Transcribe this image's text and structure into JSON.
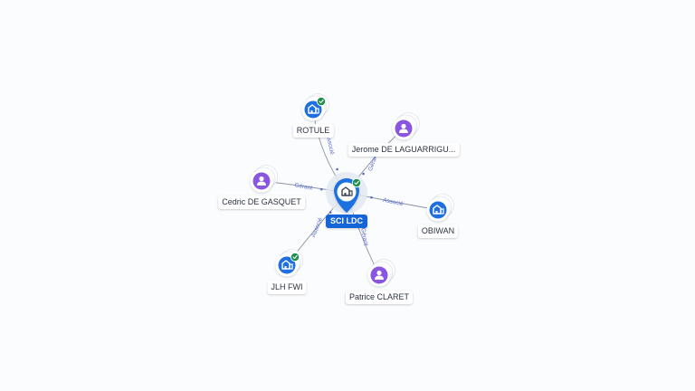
{
  "graph": {
    "center": {
      "label": "SCI LDC",
      "type": "company",
      "verified": true
    },
    "nodes": [
      {
        "id": "rotule",
        "label": "ROTULE",
        "type": "company",
        "verified": true,
        "relation": "Associé"
      },
      {
        "id": "jerome",
        "label": "Jerome DE LAGUARRIGU...",
        "type": "person",
        "verified": false,
        "relation": "Gérant"
      },
      {
        "id": "cedric",
        "label": "Cedric DE GASQUET",
        "type": "person",
        "verified": false,
        "relation": "Gérant"
      },
      {
        "id": "obiwan",
        "label": "OBIWAN",
        "type": "company",
        "verified": false,
        "relation": "Associé"
      },
      {
        "id": "jlh",
        "label": "JLH FWI",
        "type": "company",
        "verified": true,
        "relation": "Associé"
      },
      {
        "id": "patrice",
        "label": "Patrice CLARET",
        "type": "person",
        "verified": false,
        "relation": "Gérant"
      }
    ]
  },
  "colors": {
    "company": "#1f6fe0",
    "person": "#8a55e0",
    "check": "#1f8f4e",
    "edge": "#8a94a6",
    "edge_label": "#5a6ad0"
  },
  "icons": {
    "company": "building-icon",
    "person": "user-icon",
    "verified": "check-badge-icon"
  }
}
